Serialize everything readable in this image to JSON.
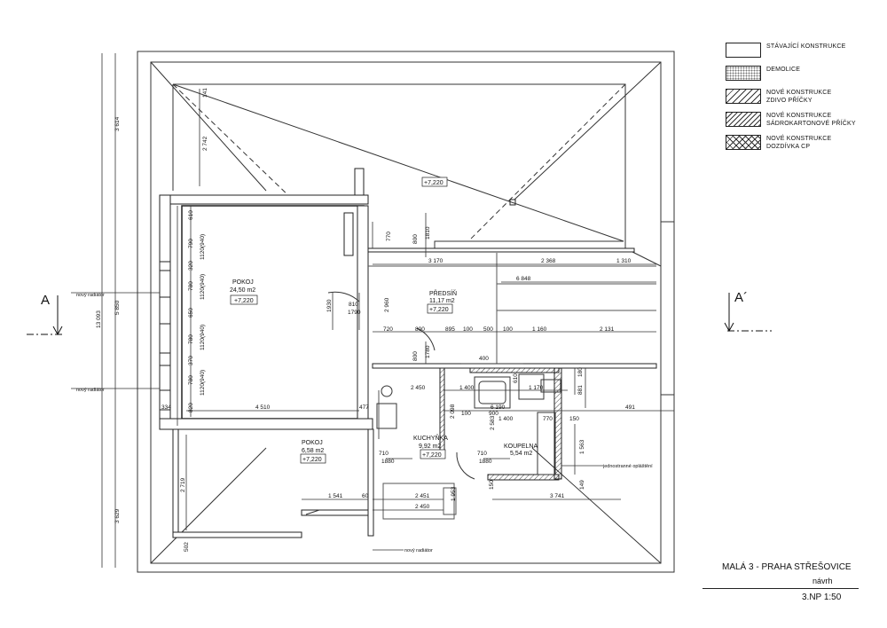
{
  "legend": [
    {
      "label": "STÁVAJÍCÍ KONSTRUKCE",
      "pattern": "empty"
    },
    {
      "label": "DEMOLICE",
      "pattern": "dots"
    },
    {
      "label": "NOVÉ KONSTRUKCE",
      "label2": "ZDIVO PŘÍČKY",
      "pattern": "hatch"
    },
    {
      "label": "NOVÉ KONSTRUKCE",
      "label2": "SÁDROKARTONOVÉ PŘÍČKY",
      "pattern": "hatch-dense"
    },
    {
      "label": "NOVÉ KONSTRUKCE",
      "label2": "DOZDÍVKA CP",
      "pattern": "crosshatch"
    }
  ],
  "title_block": {
    "title": "MALÁ 3 - PRAHA STŘEŠOVICE",
    "subtitle": "návrh",
    "floor_scale": "3.NP  1:50"
  },
  "section_marks": {
    "left": "A",
    "right": "A´"
  },
  "rooms": {
    "pokoj_big": {
      "name": "POKOJ",
      "area": "24,50 m2",
      "level": "+7,220"
    },
    "predsin": {
      "name": "PŘEDSÍŇ",
      "area": "11,17 m2",
      "level": "+7,220"
    },
    "pokoj_small": {
      "name": "POKOJ",
      "area": "6,58 m2",
      "level": "+7,220"
    },
    "kuchyne": {
      "name": "KUCHYŇKA",
      "area": "9,92 m2",
      "level": "+7,220"
    },
    "koupelna": {
      "name": "KOUPELNA",
      "area": "5,54 m2"
    },
    "roof_level": "+7,220"
  },
  "notes": {
    "radiator_1": "nový radiátor",
    "radiator_2": "nový radiátor",
    "radiator_3": "nový radiátor",
    "cladding": "jednostranné opláštění"
  },
  "dimensions": {
    "left_total": "13 093",
    "left_top": "3 614",
    "left_mid": "5 850",
    "left_bot": "3 629",
    "d141": "141",
    "d2742": "2 742",
    "d610": "610",
    "d790": "790",
    "d1120a": "1120(940)",
    "d320a": "320",
    "d780a": "780",
    "d1120b": "1120(940)",
    "d650": "650",
    "d780b": "780",
    "d1120c": "1120(940)",
    "d370": "370",
    "d780c": "780",
    "d1120d": "1120(940)",
    "d820": "820",
    "d334": "334",
    "d4510": "4 510",
    "d477": "477",
    "d1930": "1930",
    "d810": "810",
    "d1790": "1790",
    "d2960": "2 960",
    "d770": "770",
    "d800a": "800",
    "d1810": "1810",
    "d3170": "3 170",
    "d2368": "2 368",
    "d1310": "1 310",
    "d6848": "6 848",
    "d720": "720",
    "d800b": "800",
    "d895": "895",
    "d100a": "100",
    "d500": "500",
    "d100b": "100",
    "d1160": "1 160",
    "d2131": "2 131",
    "d800c": "800",
    "d1780": "1780",
    "d400": "400",
    "d2450a": "2 450",
    "d1400a": "1 400",
    "d610b": "610",
    "d1170": "1 170",
    "d180": "180",
    "d881": "881",
    "d6190": "6 190",
    "d2098": "2 098",
    "d100c": "100",
    "d900": "900",
    "d1400b": "1 400",
    "d2583": "2 583",
    "d770b": "770",
    "d150": "150",
    "d491": "491",
    "d1563": "1 563",
    "d710a": "710",
    "d1880a": "1880",
    "d710b": "710",
    "d1880b": "1880",
    "d2719": "2 719",
    "d1541": "1 541",
    "d60": "60",
    "d2451": "2 451",
    "d2450b": "2 450",
    "d1953": "1 953",
    "d150b": "150",
    "d3741": "3 741",
    "d149": "149",
    "d502": "502"
  }
}
